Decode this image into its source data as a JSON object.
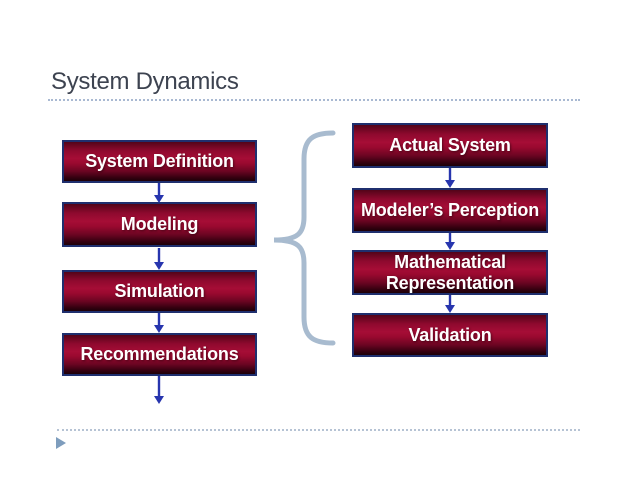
{
  "slide": {
    "title": "System Dynamics"
  },
  "left_flow": {
    "boxes": [
      {
        "label": "System Definition"
      },
      {
        "label": "Modeling"
      },
      {
        "label": "Simulation"
      },
      {
        "label": "Recommendations"
      }
    ]
  },
  "right_flow": {
    "boxes": [
      {
        "label": "Actual System"
      },
      {
        "label": "Modeler’s Perception"
      },
      {
        "label": "Mathematical Representation"
      },
      {
        "label": "Validation"
      }
    ]
  },
  "icons": {
    "down_arrow": "down-arrow",
    "left_brace": "left-curly-brace",
    "footer_bullet": "play-triangle"
  },
  "colors": {
    "box_fill_dark": "#530419",
    "box_fill_bright": "#a60d36",
    "box_border": "#1f2f6e",
    "box_text": "#ffffff",
    "arrow": "#2735ae",
    "brace": "#a8bbcf",
    "title_text": "#3d4350",
    "title_divider": "#a9b9d2",
    "footer_divider": "#b6c3d4",
    "footer_triangle": "#7e9dbd",
    "background": "#ffffff"
  }
}
